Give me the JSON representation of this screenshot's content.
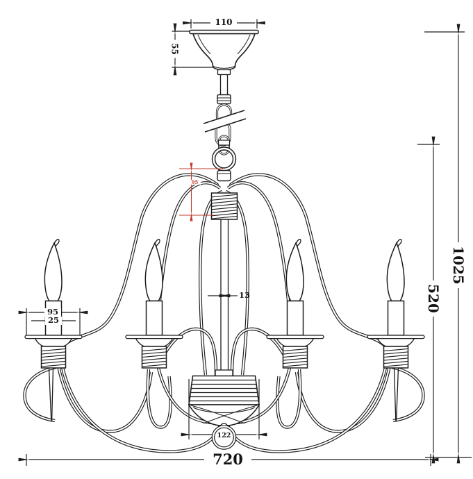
{
  "drawing": {
    "subject": "chandelier technical dimension drawing",
    "line_color": "#1c1c1c",
    "highlight_color": "#c23b2e",
    "background": "#ffffff",
    "labels": {
      "canopy_width": "110",
      "canopy_height": "55",
      "suspension_detail": "95",
      "stem_diameter": "13",
      "bobeche_width": "95",
      "candle_sleeve_diameter": "25",
      "hub_diameter": "122",
      "overall_width": "720",
      "body_height": "520",
      "overall_height": "1025"
    }
  }
}
